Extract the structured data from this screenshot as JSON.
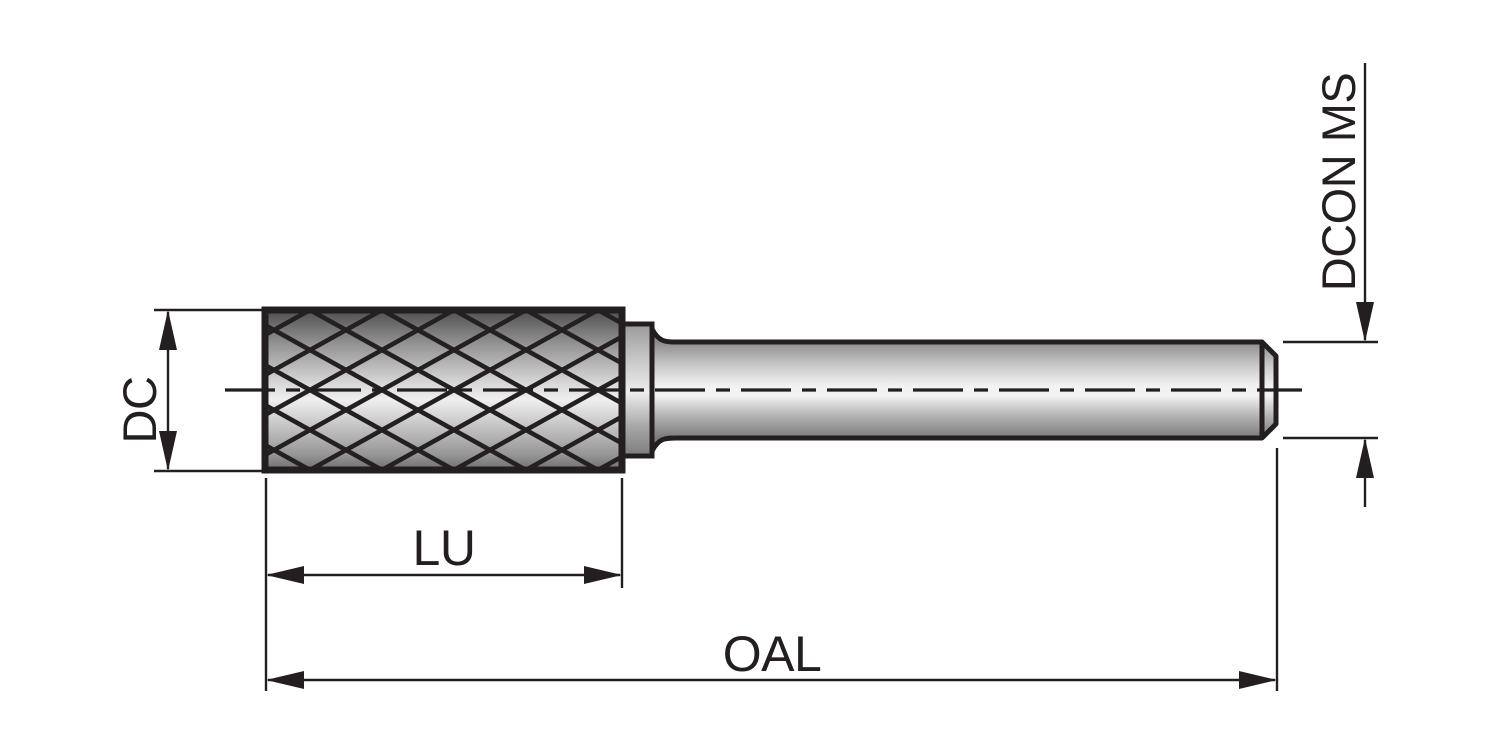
{
  "drawing": {
    "labels": {
      "dc": "DC",
      "lu": "LU",
      "oal": "OAL",
      "dcon": "DCON MS"
    },
    "colors": {
      "line": "#231f20",
      "background": "#ffffff"
    }
  }
}
